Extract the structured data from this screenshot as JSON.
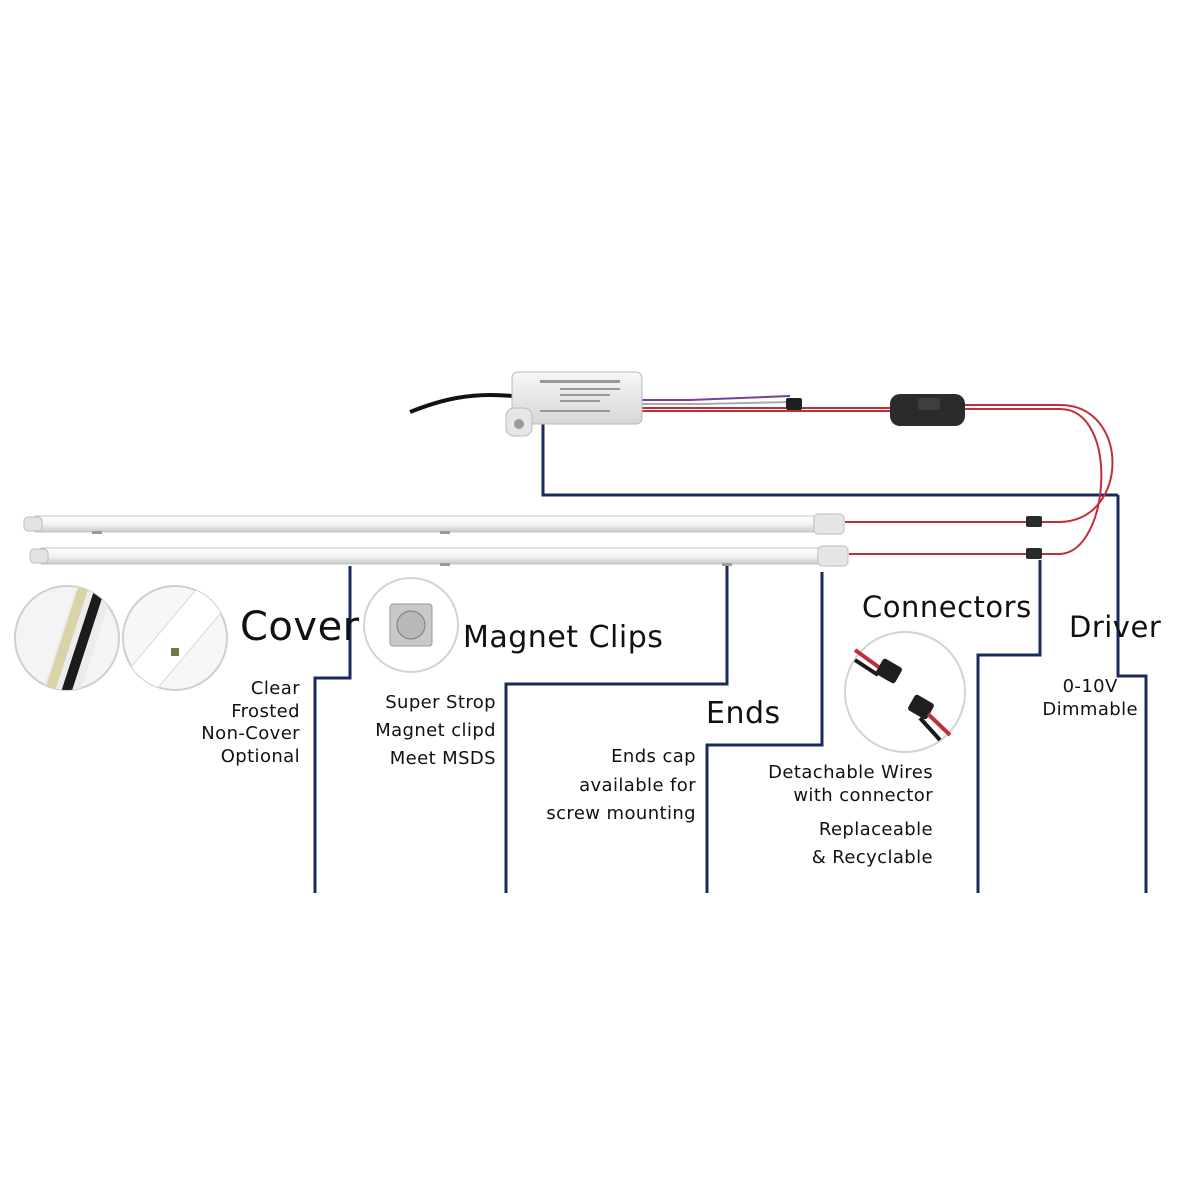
{
  "colors": {
    "leader_line": "#1b2a5e",
    "wire_red": "#c0303a",
    "wire_purple": "#7a3fa0",
    "driver_body": "#eeeeee",
    "tube": "#f2f2f2"
  },
  "features": {
    "cover": {
      "title": "Cover",
      "lines": [
        "Clear",
        "Frosted",
        "Non-Cover",
        "Optional"
      ]
    },
    "magnet_clips": {
      "title": "Magnet Clips",
      "lines": [
        "Super Strop",
        "Magnet clipd",
        "Meet MSDS"
      ]
    },
    "ends": {
      "title": "Ends",
      "lines": [
        "Ends cap",
        "available for",
        "screw mounting"
      ]
    },
    "connectors": {
      "title": "Connectors",
      "wire_lines": [
        "Detachable Wires",
        "with connector"
      ],
      "recycle_lines": [
        "Replaceable",
        "& Recyclable"
      ]
    },
    "driver": {
      "title": "Driver",
      "lines": [
        "0-10V",
        "Dimmable"
      ]
    }
  },
  "icons": {
    "cover_clear": "led-strip-close-up-icon",
    "cover_frosted": "frosted-cover-close-up-icon",
    "magnet": "magnet-clip-icon",
    "connector": "wire-connector-icon",
    "driver": "led-driver-box-icon",
    "dimmer": "inline-dimmer-icon"
  }
}
